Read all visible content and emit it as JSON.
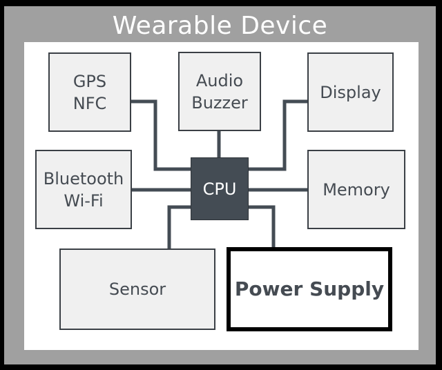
{
  "diagram": {
    "title": "Wearable Device",
    "center": "CPU",
    "components": {
      "gps": "GPS\nNFC",
      "audio": "Audio\nBuzzer",
      "display": "Display",
      "bluetooth": "Bluetooth\nWi-Fi",
      "memory": "Memory",
      "sensor": "Sensor",
      "power": "Power Supply"
    },
    "colors": {
      "outer_frame": "#a0a0a0",
      "cpu_fill": "#444c54",
      "box_fill": "#f0f0f0",
      "wire": "#444c54"
    }
  }
}
